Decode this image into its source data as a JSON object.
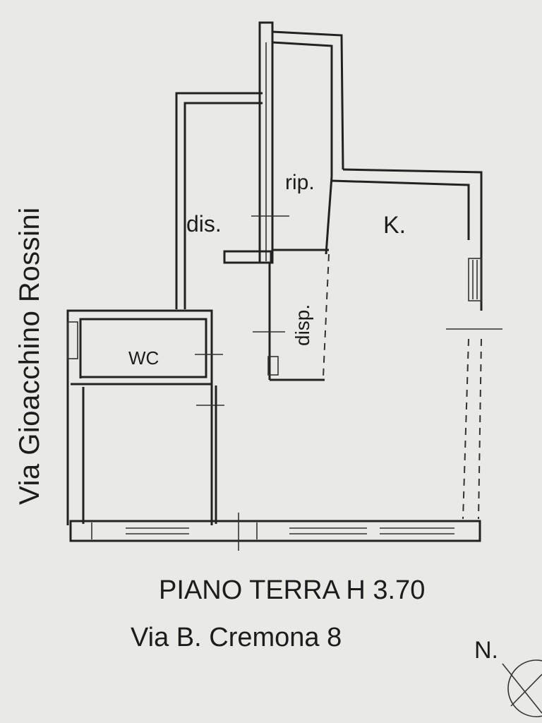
{
  "rooms": {
    "ripostiglio": "rip.",
    "disimpegno": "dis.",
    "kitchen": "K.",
    "dispensa": "disp.",
    "wc": "WC"
  },
  "street_side": "Via Gioacchino Rossini",
  "floor_title": "PIANO TERRA H 3.70",
  "address": "Via B. Cremona 8",
  "north": "N."
}
